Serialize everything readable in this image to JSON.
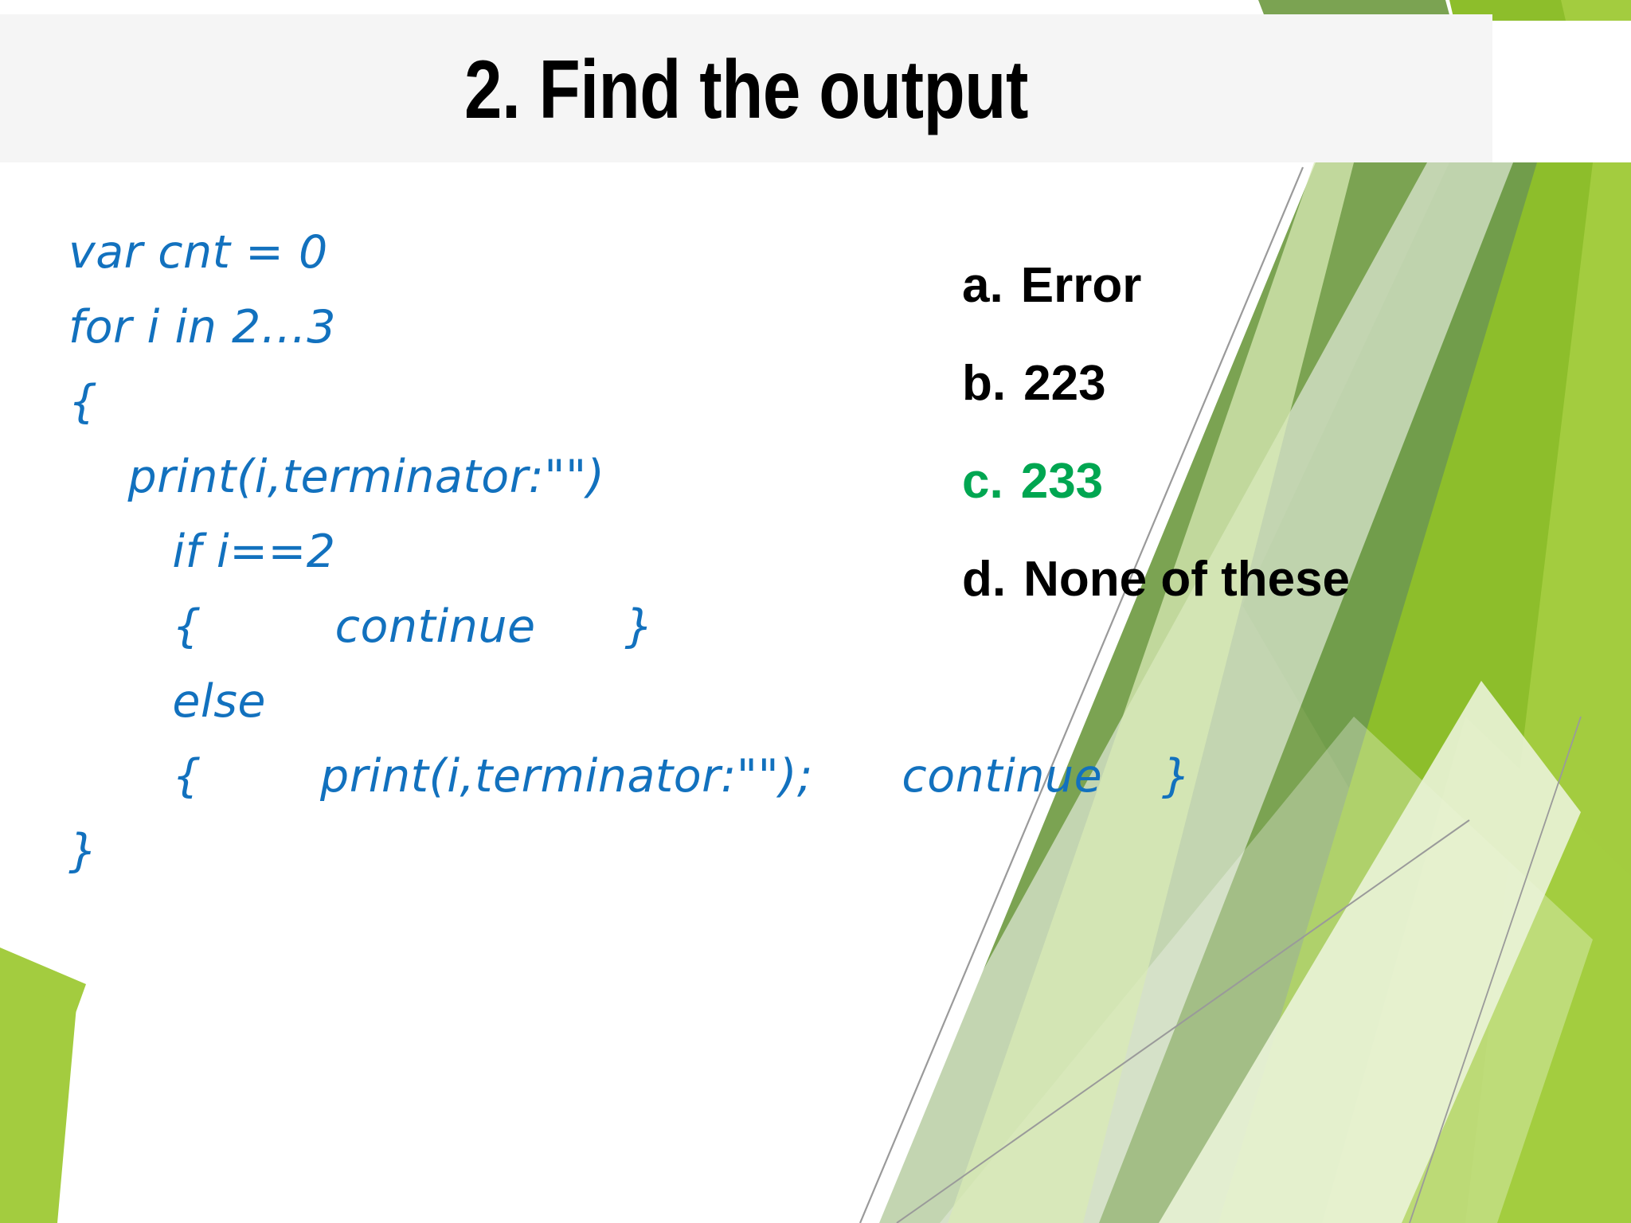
{
  "slide": {
    "title": "2. Find the output",
    "background_color": "#ffffff",
    "title_band_color": "#f5f5f5",
    "code_color": "#1271BE",
    "option_color": "#000000",
    "highlight_color": "#00A651",
    "decor_colors": {
      "olive_green": "#7BA352",
      "dark_olive": "#6E9B49",
      "bright_green": "#8DBE2B",
      "lime_green": "#A3CC3F",
      "light_lime": "#B5D86A",
      "pale_green": "#D8E9B6",
      "very_pale_green": "#EAF3D8",
      "hairline_gray": "#9a9a9a"
    }
  },
  "code": {
    "lines": [
      "var cnt = 0",
      "for i in 2…3",
      "{",
      "    print(i,terminator:\"\")",
      "       if i==2",
      "       {         continue      }",
      "       else",
      "       {        print(i,terminator:\"\");      continue    }",
      "}"
    ]
  },
  "options": [
    {
      "marker": "a.",
      "text": "Error",
      "highlighted": false
    },
    {
      "marker": "b.",
      "text": "223",
      "highlighted": false
    },
    {
      "marker": "c.",
      "text": "233",
      "highlighted": true
    },
    {
      "marker": "d.",
      "text": "None of these",
      "highlighted": false
    }
  ]
}
